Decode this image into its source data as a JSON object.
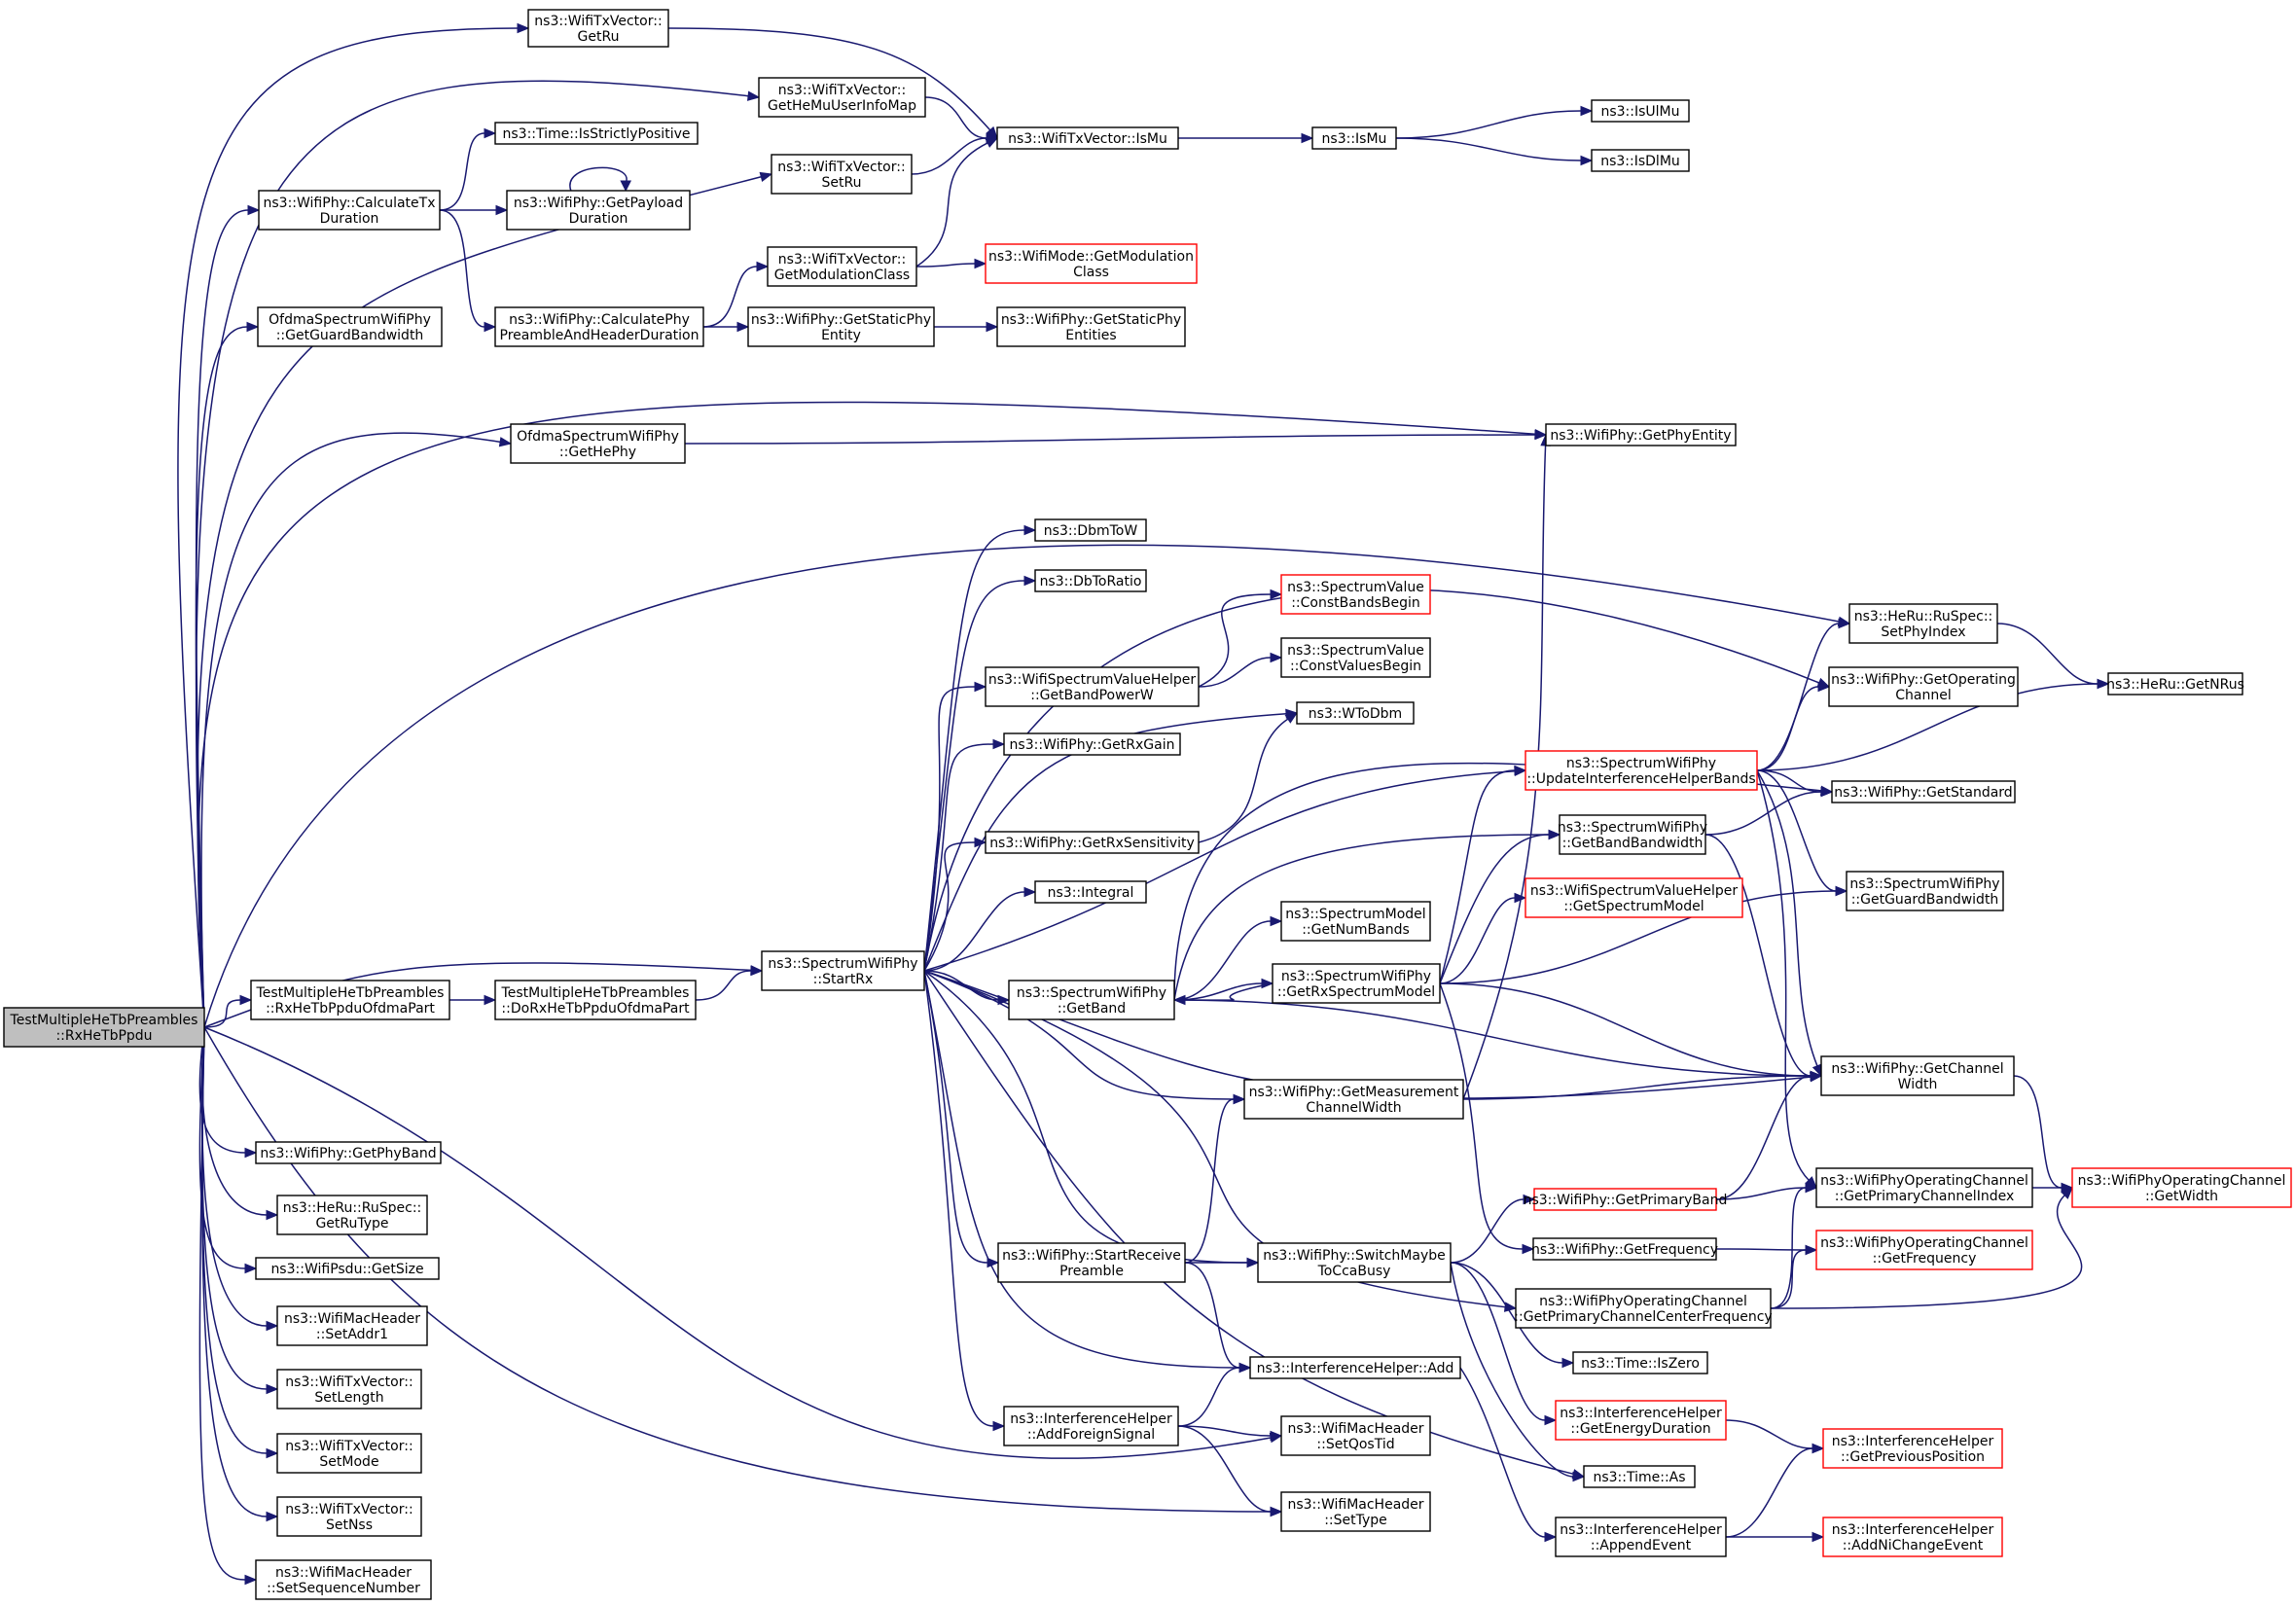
{
  "colors": {
    "edge": "#191970",
    "root_fill": "#bfbfbf",
    "red_border": "#ff0000"
  },
  "nodes": {
    "root": [
      "TestMultipleHeTbPreambles",
      "::RxHeTbPpdu"
    ],
    "getRu": [
      "ns3::WifiTxVector::",
      "GetRu"
    ],
    "getHeMuUserInfoMap": [
      "ns3::WifiTxVector::",
      "GetHeMuUserInfoMap"
    ],
    "isMuVec": [
      "ns3::WifiTxVector::IsMu"
    ],
    "isMu": [
      "ns3::IsMu"
    ],
    "isUlMu": [
      "ns3::IsUlMu"
    ],
    "isDlMu": [
      "ns3::IsDlMu"
    ],
    "timeIsStrictlyPositive": [
      "ns3::Time::IsStrictlyPositive"
    ],
    "calculateTxDuration": [
      "ns3::WifiPhy::CalculateTx",
      "Duration"
    ],
    "getPayloadDuration": [
      "ns3::WifiPhy::GetPayload",
      "Duration"
    ],
    "setRuVec": [
      "ns3::WifiTxVector::",
      "SetRu"
    ],
    "getModulationClassVec": [
      "ns3::WifiTxVector::",
      "GetModulationClass"
    ],
    "wifiModeGetModClass": [
      "ns3::WifiMode::GetModulation",
      "Class"
    ],
    "ofdmaGetGuardBandwidth": [
      "OfdmaSpectrumWifiPhy",
      "::GetGuardBandwidth"
    ],
    "calculatePhyPreamble": [
      "ns3::WifiPhy::CalculatePhy",
      "PreambleAndHeaderDuration"
    ],
    "getStaticPhyEntity": [
      "ns3::WifiPhy::GetStaticPhy",
      "Entity"
    ],
    "getStaticPhyEntities": [
      "ns3::WifiPhy::GetStaticPhy",
      "Entities"
    ],
    "ofdmaGetHePhy": [
      "OfdmaSpectrumWifiPhy",
      "::GetHePhy"
    ],
    "getPhyEntity": [
      "ns3::WifiPhy::GetPhyEntity"
    ],
    "dbmToW": [
      "ns3::DbmToW"
    ],
    "dbToRatio": [
      "ns3::DbToRatio"
    ],
    "constBandsBegin": [
      "ns3::SpectrumValue",
      "::ConstBandsBegin"
    ],
    "constValuesBegin": [
      "ns3::SpectrumValue",
      "::ConstValuesBegin"
    ],
    "getBandPowerW": [
      "ns3::WifiSpectrumValueHelper",
      "::GetBandPowerW"
    ],
    "wToDbm": [
      "ns3::WToDbm"
    ],
    "getRxGain": [
      "ns3::WifiPhy::GetRxGain"
    ],
    "getRxSensitivity": [
      "ns3::WifiPhy::GetRxSensitivity"
    ],
    "integral": [
      "ns3::Integral"
    ],
    "heRuSetPhyIndex": [
      "ns3::HeRu::RuSpec::",
      "SetPhyIndex"
    ],
    "getOperatingChannel": [
      "ns3::WifiPhy::GetOperating",
      "Channel"
    ],
    "heRuGetNRus": [
      "ns3::HeRu::GetNRus"
    ],
    "updateInterferenceHelperBands": [
      "ns3::SpectrumWifiPhy",
      "::UpdateInterferenceHelperBands"
    ],
    "getStandard": [
      "ns3::WifiPhy::GetStandard"
    ],
    "getBandBandwidth": [
      "ns3::SpectrumWifiPhy",
      "::GetBandBandwidth"
    ],
    "swpGetGuardBandwidth": [
      "ns3::SpectrumWifiPhy",
      "::GetGuardBandwidth"
    ],
    "getSpectrumModel": [
      "ns3::WifiSpectrumValueHelper",
      "::GetSpectrumModel"
    ],
    "getNumBands": [
      "ns3::SpectrumModel",
      "::GetNumBands"
    ],
    "startRx": [
      "ns3::SpectrumWifiPhy",
      "::StartRx"
    ],
    "rxHeTbPpduOfdmaPart": [
      "TestMultipleHeTbPreambles",
      "::RxHeTbPpduOfdmaPart"
    ],
    "doRxHeTbPpduOfdmaPart": [
      "TestMultipleHeTbPreambles",
      "::DoRxHeTbPpduOfdmaPart"
    ],
    "getBand": [
      "ns3::SpectrumWifiPhy",
      "::GetBand"
    ],
    "getRxSpectrumModel": [
      "ns3::SpectrumWifiPhy",
      "::GetRxSpectrumModel"
    ],
    "getMeasurementChannelWidth": [
      "ns3::WifiPhy::GetMeasurement",
      "ChannelWidth"
    ],
    "getChannelWidth": [
      "ns3::WifiPhy::GetChannel",
      "Width"
    ],
    "getPhyBand": [
      "ns3::WifiPhy::GetPhyBand"
    ],
    "getRuType": [
      "ns3::HeRu::RuSpec::",
      "GetRuType"
    ],
    "psduGetSize": [
      "ns3::WifiPsdu::GetSize"
    ],
    "setAddr1": [
      "ns3::WifiMacHeader",
      "::SetAddr1"
    ],
    "setLength": [
      "ns3::WifiTxVector::",
      "SetLength"
    ],
    "setMode": [
      "ns3::WifiTxVector::",
      "SetMode"
    ],
    "setNss": [
      "ns3::WifiTxVector::",
      "SetNss"
    ],
    "setSequenceNumber": [
      "ns3::WifiMacHeader",
      "::SetSequenceNumber"
    ],
    "getPrimaryBand": [
      "ns3::WifiPhy::GetPrimaryBand"
    ],
    "getPrimaryChannelIndex": [
      "ns3::WifiPhyOperatingChannel",
      "::GetPrimaryChannelIndex"
    ],
    "opChGetWidth": [
      "ns3::WifiPhyOperatingChannel",
      "::GetWidth"
    ],
    "getFrequency": [
      "ns3::WifiPhy::GetFrequency"
    ],
    "opChGetFrequency": [
      "ns3::WifiPhyOperatingChannel",
      "::GetFrequency"
    ],
    "startReceivePreamble": [
      "ns3::WifiPhy::StartReceive",
      "Preamble"
    ],
    "switchMaybeToCcaBusy": [
      "ns3::WifiPhy::SwitchMaybe",
      "ToCcaBusy"
    ],
    "getPrimaryChannelCenterFrequency": [
      "ns3::WifiPhyOperatingChannel",
      "::GetPrimaryChannelCenterFrequency"
    ],
    "timeIsZero": [
      "ns3::Time::IsZero"
    ],
    "interferenceAdd": [
      "ns3::InterferenceHelper::Add"
    ],
    "addForeignSignal": [
      "ns3::InterferenceHelper",
      "::AddForeignSignal"
    ],
    "setQosTid": [
      "ns3::WifiMacHeader",
      "::SetQosTid"
    ],
    "getEnergyDuration": [
      "ns3::InterferenceHelper",
      "::GetEnergyDuration"
    ],
    "getPreviousPosition": [
      "ns3::InterferenceHelper",
      "::GetPreviousPosition"
    ],
    "timeAs": [
      "ns3::Time::As"
    ],
    "setType": [
      "ns3::WifiMacHeader",
      "::SetType"
    ],
    "appendEvent": [
      "ns3::InterferenceHelper",
      "::AppendEvent"
    ],
    "addNiChangeEvent": [
      "ns3::InterferenceHelper",
      "::AddNiChangeEvent"
    ]
  }
}
